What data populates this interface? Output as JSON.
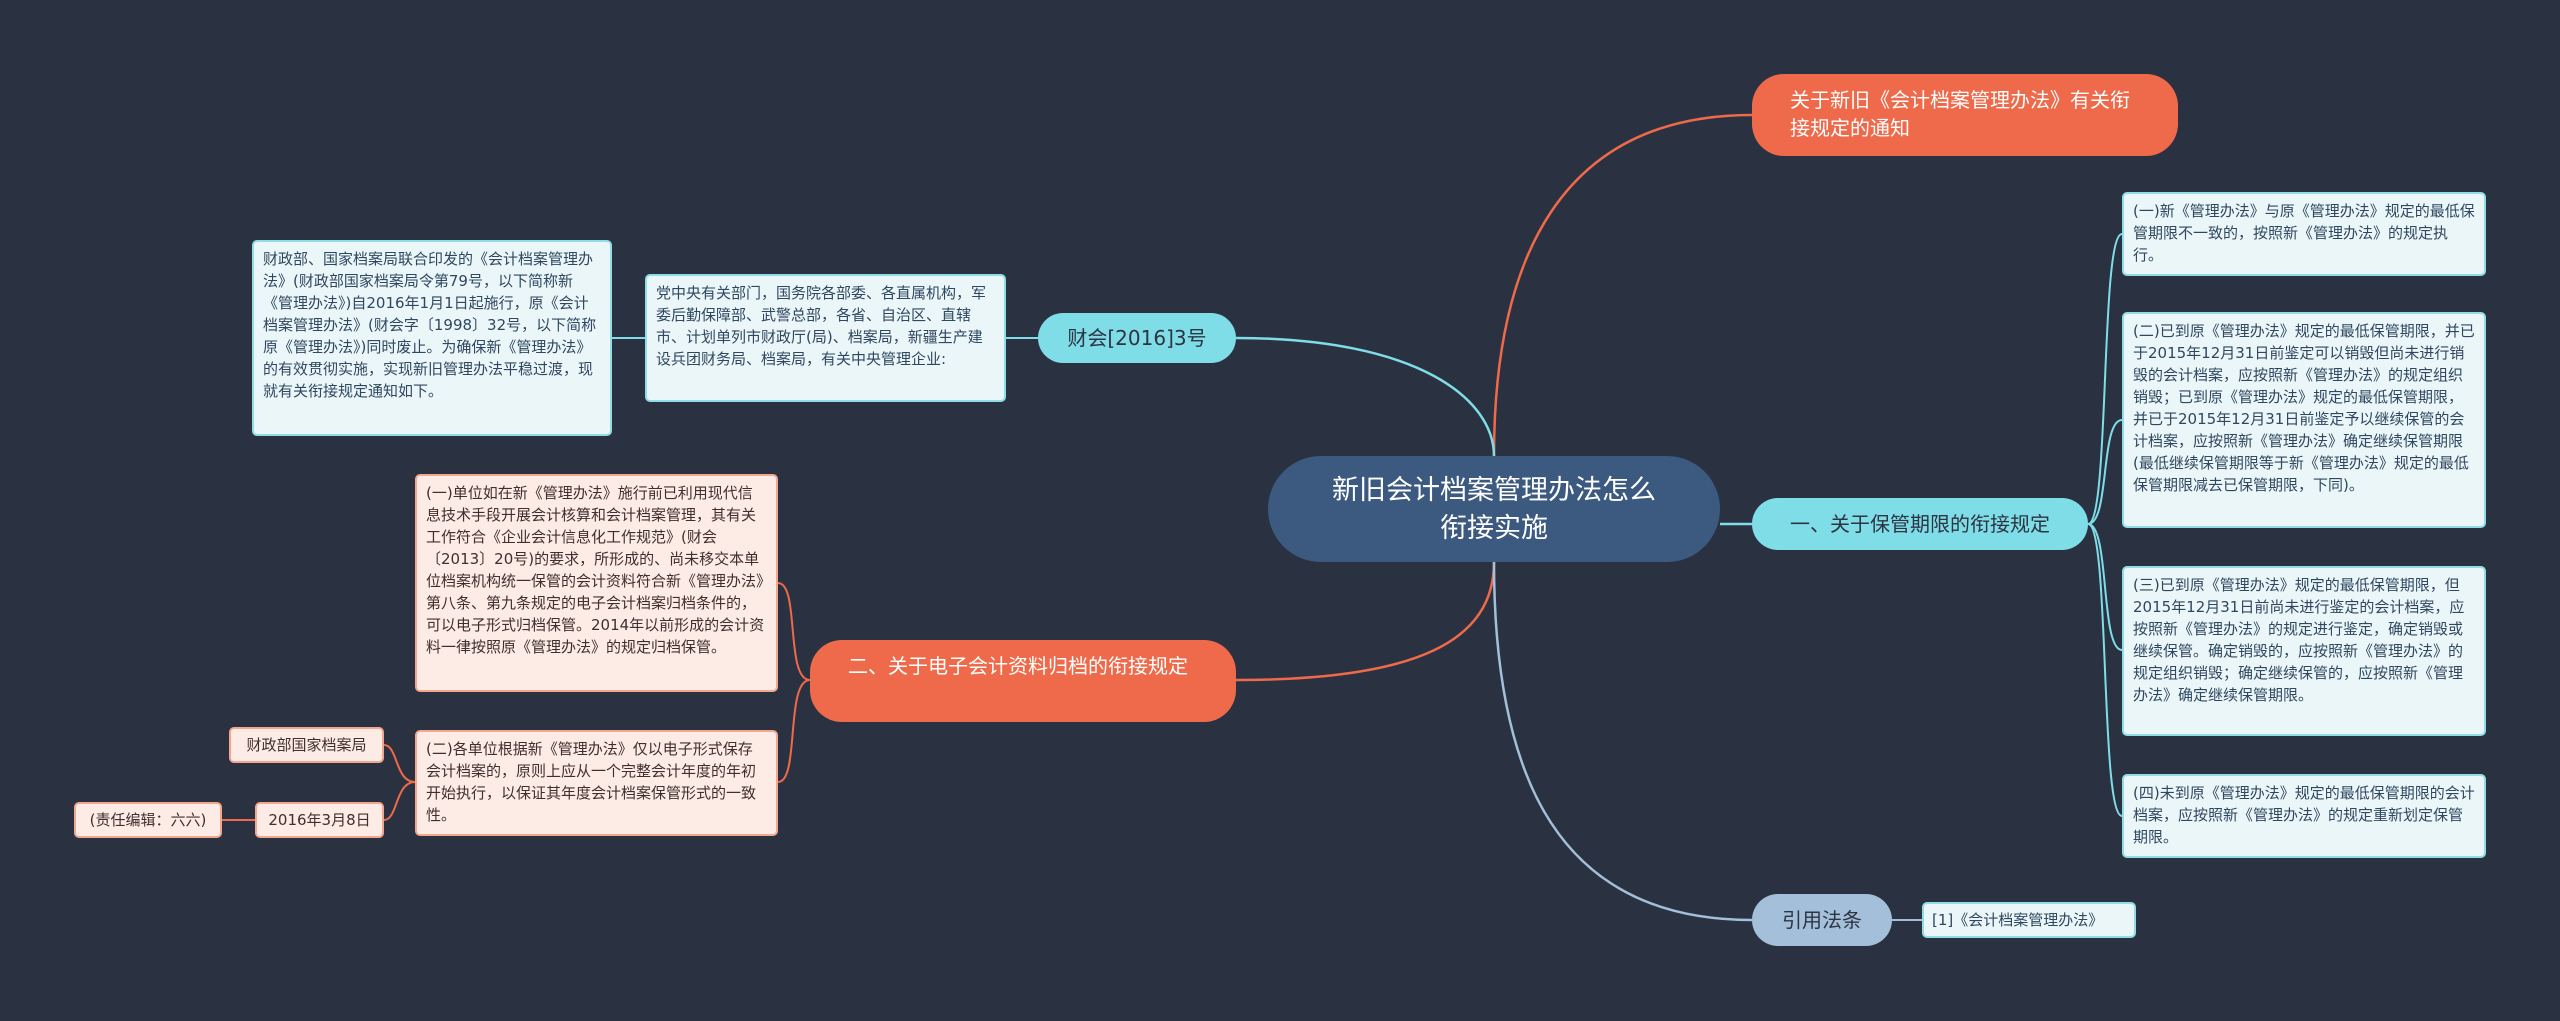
{
  "root": {
    "title": "新旧会计档案管理办法怎么衔接实施"
  },
  "branches": {
    "notice": "关于新旧《会计档案管理办法》有关衔接规定的通知",
    "doc_no": "财会[2016]3号",
    "retention": "一、关于保管期限的衔接规定",
    "electronic": "二、关于电子会计资料归档的衔接规定",
    "citation": "引用法条"
  },
  "doc_no_children": {
    "recipients": "党中央有关部门，国务院各部委、各直属机构，军委后勤保障部、武警总部，各省、自治区、直辖市、计划单列市财政厅(局)、档案局，新疆生产建设兵团财务局、档案局，有关中央管理企业:",
    "intro": "财政部、国家档案局联合印发的《会计档案管理办法》(财政部国家档案局令第79号，以下简称新《管理办法》)自2016年1月1日起施行，原《会计档案管理办法》(财会字〔1998〕32号，以下简称原《管理办法》)同时废止。为确保新《管理办法》的有效贯彻实施，实现新旧管理办法平稳过渡，现就有关衔接规定通知如下。"
  },
  "retention_items": [
    "(一)新《管理办法》与原《管理办法》规定的最低保管期限不一致的，按照新《管理办法》的规定执行。",
    "(二)已到原《管理办法》规定的最低保管期限，并已于2015年12月31日前鉴定可以销毁但尚未进行销毁的会计档案，应按照新《管理办法》的规定组织销毁；已到原《管理办法》规定的最低保管期限，并已于2015年12月31日前鉴定予以继续保管的会计档案，应按照新《管理办法》确定继续保管期限(最低继续保管期限等于新《管理办法》规定的最低保管期限减去已保管期限，下同)。",
    "(三)已到原《管理办法》规定的最低保管期限，但2015年12月31日前尚未进行鉴定的会计档案，应按照新《管理办法》的规定进行鉴定，确定销毁或继续保管。确定销毁的，应按照新《管理办法》的规定组织销毁；确定继续保管的，应按照新《管理办法》确定继续保管期限。",
    "(四)未到原《管理办法》规定的最低保管期限的会计档案，应按照新《管理办法》的规定重新划定保管期限。"
  ],
  "electronic_items": [
    "(一)单位如在新《管理办法》施行前已利用现代信息技术手段开展会计核算和会计档案管理，其有关工作符合《企业会计信息化工作规范》(财会〔2013〕20号)的要求，所形成的、尚未移交本单位档案机构统一保管的会计资料符合新《管理办法》第八条、第九条规定的电子会计档案归档条件的，可以电子形式归档保管。2014年以前形成的会计资料一律按照原《管理办法》的规定归档保管。",
    "(二)各单位根据新《管理办法》仅以电子形式保存会计档案的，原则上应从一个完整会计年度的年初开始执行，以保证其年度会计档案保管形式的一致性。"
  ],
  "tags": {
    "issuer": "财政部国家档案局",
    "date": "2016年3月8日",
    "editor": "(责任编辑：六六)"
  },
  "citation_item": "[1]《会计档案管理办法》",
  "colors": {
    "background": "#2a3241",
    "root": "#3c5a7f",
    "orange": "#ee6a4a",
    "cyan": "#7fdde8",
    "steel": "#a3bfd9",
    "box_cyan_border": "#8fdde6",
    "box_pink_border": "#f3a78f"
  }
}
